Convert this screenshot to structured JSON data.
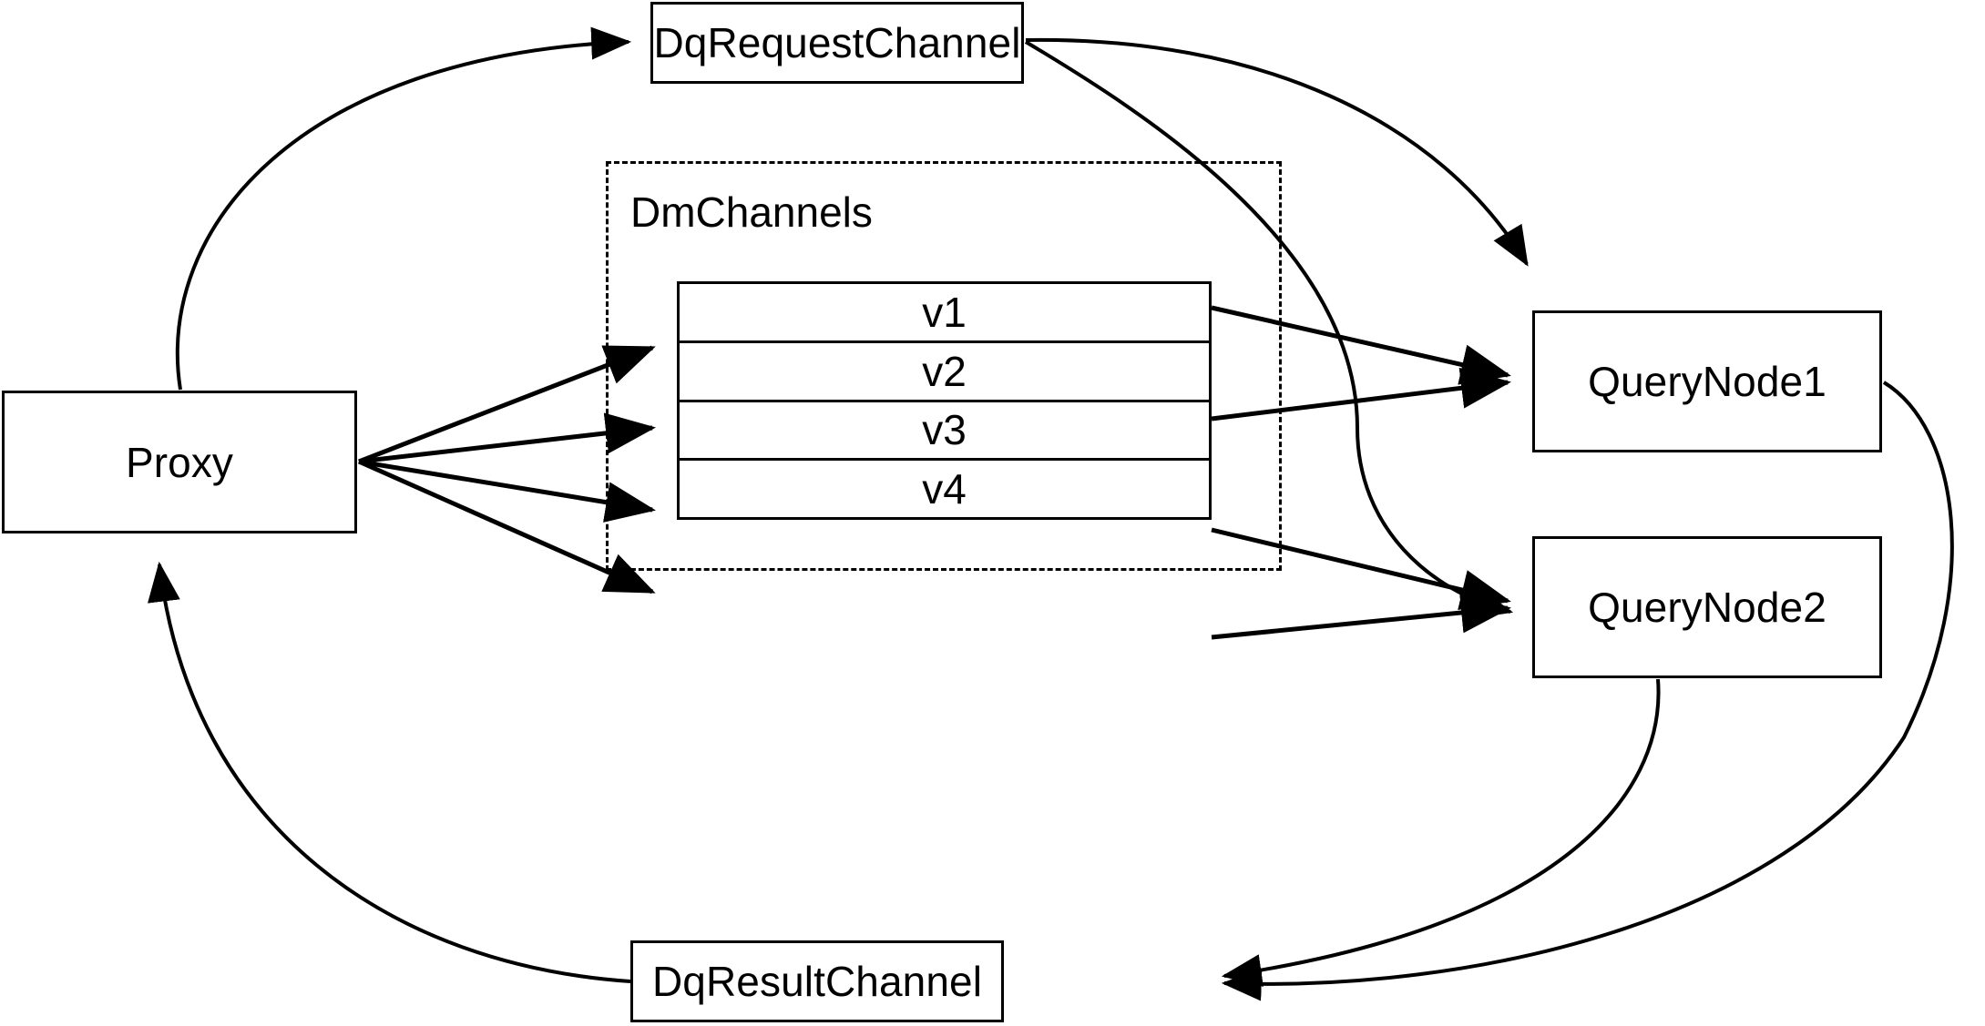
{
  "diagram": {
    "title": "Milvus query flow via DmChannels",
    "type": "node-edge-diagram",
    "stroke_color": "#000000",
    "background_color": "#ffffff"
  },
  "nodes": {
    "proxy": {
      "label": "Proxy"
    },
    "dq_request_channel": {
      "label": "DqRequestChannel"
    },
    "dq_result_channel": {
      "label": "DqResultChannel"
    },
    "query_node_1": {
      "label": "QueryNode1"
    },
    "query_node_2": {
      "label": "QueryNode2"
    }
  },
  "group": {
    "dm_channels": {
      "label": "DmChannels",
      "border_style": "dashed",
      "channels": [
        {
          "label": "v1"
        },
        {
          "label": "v2"
        },
        {
          "label": "v3"
        },
        {
          "label": "v4"
        }
      ]
    }
  },
  "edges": [
    {
      "from": "Proxy",
      "to": "DqRequestChannel",
      "style": "curved",
      "arrow": "to"
    },
    {
      "from": "Proxy",
      "to": "v1",
      "style": "straight",
      "arrow": "to"
    },
    {
      "from": "Proxy",
      "to": "v2",
      "style": "straight",
      "arrow": "to"
    },
    {
      "from": "Proxy",
      "to": "v3",
      "style": "straight",
      "arrow": "to"
    },
    {
      "from": "Proxy",
      "to": "v4",
      "style": "straight",
      "arrow": "to"
    },
    {
      "from": "DqRequestChannel",
      "to": "QueryNode1",
      "style": "curved",
      "arrow": "to"
    },
    {
      "from": "DqRequestChannel",
      "to": "QueryNode2",
      "style": "curved",
      "arrow": "to"
    },
    {
      "from": "v1",
      "to": "QueryNode1",
      "style": "straight",
      "arrow": "to"
    },
    {
      "from": "v2",
      "to": "QueryNode1",
      "style": "straight",
      "arrow": "to"
    },
    {
      "from": "v3",
      "to": "QueryNode2",
      "style": "straight",
      "arrow": "to"
    },
    {
      "from": "v4",
      "to": "QueryNode2",
      "style": "straight",
      "arrow": "to"
    },
    {
      "from": "QueryNode1",
      "to": "DqResultChannel",
      "style": "curved",
      "arrow": "to"
    },
    {
      "from": "QueryNode2",
      "to": "DqResultChannel",
      "style": "curved",
      "arrow": "to"
    },
    {
      "from": "DqResultChannel",
      "to": "Proxy",
      "style": "curved",
      "arrow": "to"
    }
  ]
}
